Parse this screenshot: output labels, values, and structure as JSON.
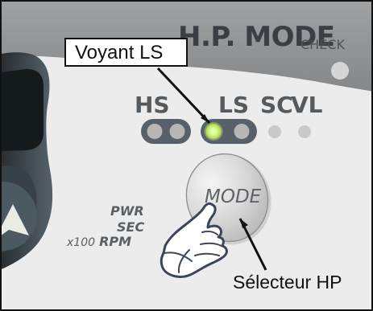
{
  "panel": {
    "hp_mode": "H.P. MODE",
    "check": "CHECK",
    "mode": "MODE",
    "modes": [
      "HS",
      "LS",
      "SC",
      "VL"
    ],
    "pwr": "PWR",
    "sec": "SEC",
    "rpm_prefix": "x100",
    "rpm_main": "RPM"
  },
  "callouts": {
    "voyant_ls": "Voyant LS",
    "selecteur_hp": "Sélecteur HP"
  },
  "icons": {
    "left_button": "up-arrow-icon",
    "hand": "pointing-hand-icon"
  },
  "colors": {
    "panel_bg": "#ececec",
    "top_bar": "#8f9092",
    "led_green": "#c8f16c",
    "dark_panel": "#39474e"
  }
}
